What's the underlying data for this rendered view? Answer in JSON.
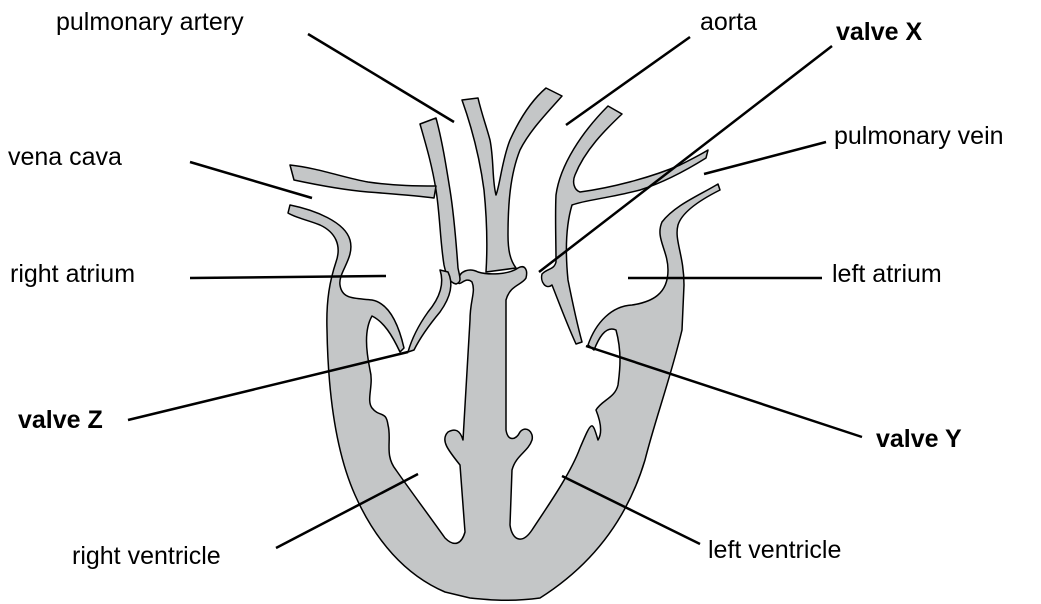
{
  "labels": {
    "pulmonary_artery": "pulmonary artery",
    "aorta": "aorta",
    "valve_x": "valve X",
    "vena_cava": "vena cava",
    "pulmonary_vein": "pulmonary vein",
    "right_atrium": "right atrium",
    "left_atrium": "left atrium",
    "valve_z": "valve Z",
    "valve_y": "valve Y",
    "right_ventricle": "right ventricle",
    "left_ventricle": "left ventricle"
  },
  "colors": {
    "tissue": "#c4c6c7",
    "outline": "#000000",
    "background": "#ffffff"
  }
}
